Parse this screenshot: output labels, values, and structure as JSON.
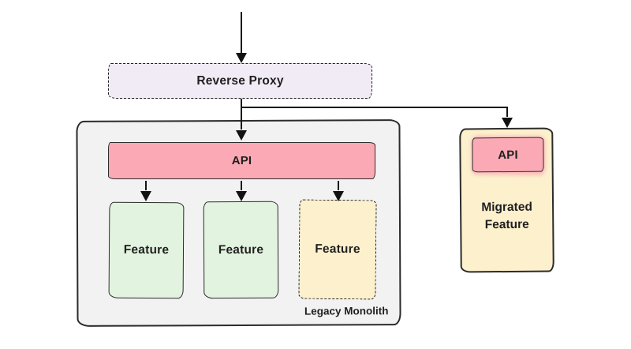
{
  "nodes": {
    "reverse_proxy": {
      "label": "Reverse Proxy",
      "fill": "#F1EBF6",
      "border_style": "dashed"
    },
    "legacy_monolith": {
      "label": "Legacy Monolith",
      "fill": "#F2F2F2",
      "api": {
        "label": "API",
        "fill": "#FBAAB5"
      },
      "features": [
        {
          "label": "Feature",
          "fill": "#E2F3DF",
          "border_style": "solid"
        },
        {
          "label": "Feature",
          "fill": "#E2F3DF",
          "border_style": "solid"
        },
        {
          "label": "Feature",
          "fill": "#FCF0CD",
          "border_style": "dashed"
        }
      ]
    },
    "migrated_feature": {
      "label": "Migrated Feature",
      "fill": "#FCF0CD",
      "api": {
        "label": "API",
        "fill": "#FBAAB5"
      }
    }
  },
  "colors": {
    "ink": "#1F1F1F",
    "connector": "#151515",
    "background": "#FFFFFF"
  }
}
